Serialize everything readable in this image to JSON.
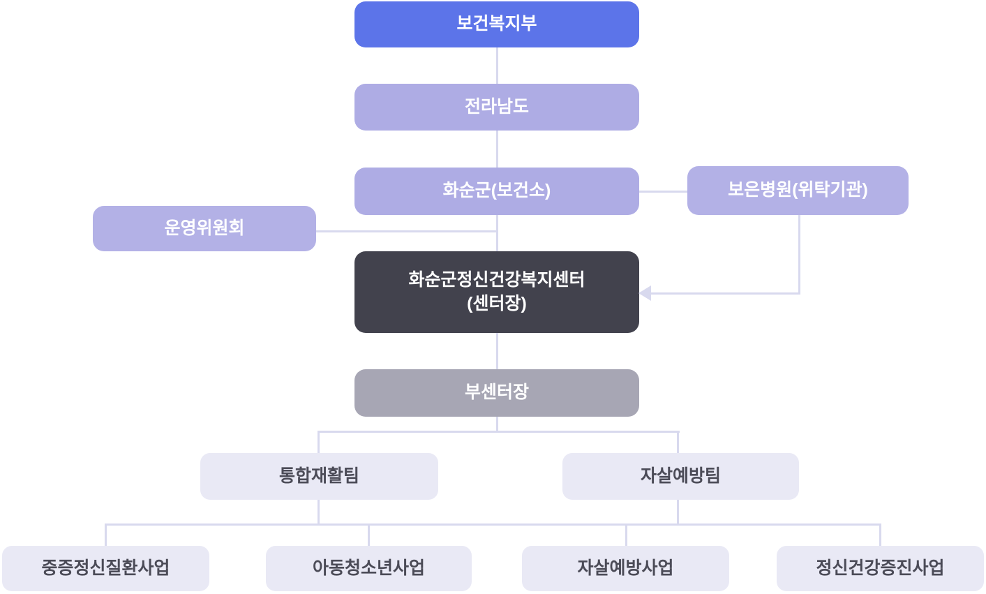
{
  "nodes": {
    "ministry": {
      "label": "보건복지부"
    },
    "province": {
      "label": "전라남도"
    },
    "county": {
      "label": "화순군(보건소)"
    },
    "hospital": {
      "label": "보은병원(위탁기관)"
    },
    "committee": {
      "label": "운영위원회"
    },
    "center": {
      "label_line1": "화순군정신건강복지센터",
      "label_line2": "(센터장)"
    },
    "deputy": {
      "label": "부센터장"
    },
    "team_rehab": {
      "label": "통합재활팀"
    },
    "team_suicide": {
      "label": "자살예방팀"
    },
    "program_severe_mental_illness": {
      "label": "중증정신질환사업"
    },
    "program_child_youth": {
      "label": "아동청소년사업"
    },
    "program_suicide_prevention": {
      "label": "자살예방사업"
    },
    "program_mental_health_promotion": {
      "label": "정신건강증진사업"
    }
  },
  "colors": {
    "ministry_fill": "#5C74E9",
    "mid_fill": "#AEACE4",
    "light_purple_fill": "#B3B1E6",
    "center_fill": "#42424D",
    "deputy_fill": "#A7A6B4",
    "team_fill": "#E9E9F5",
    "team_text": "#4B4B57",
    "line": "#D8D9EE",
    "white_text": "#FFFFFF",
    "background": "#FFFFFF"
  }
}
